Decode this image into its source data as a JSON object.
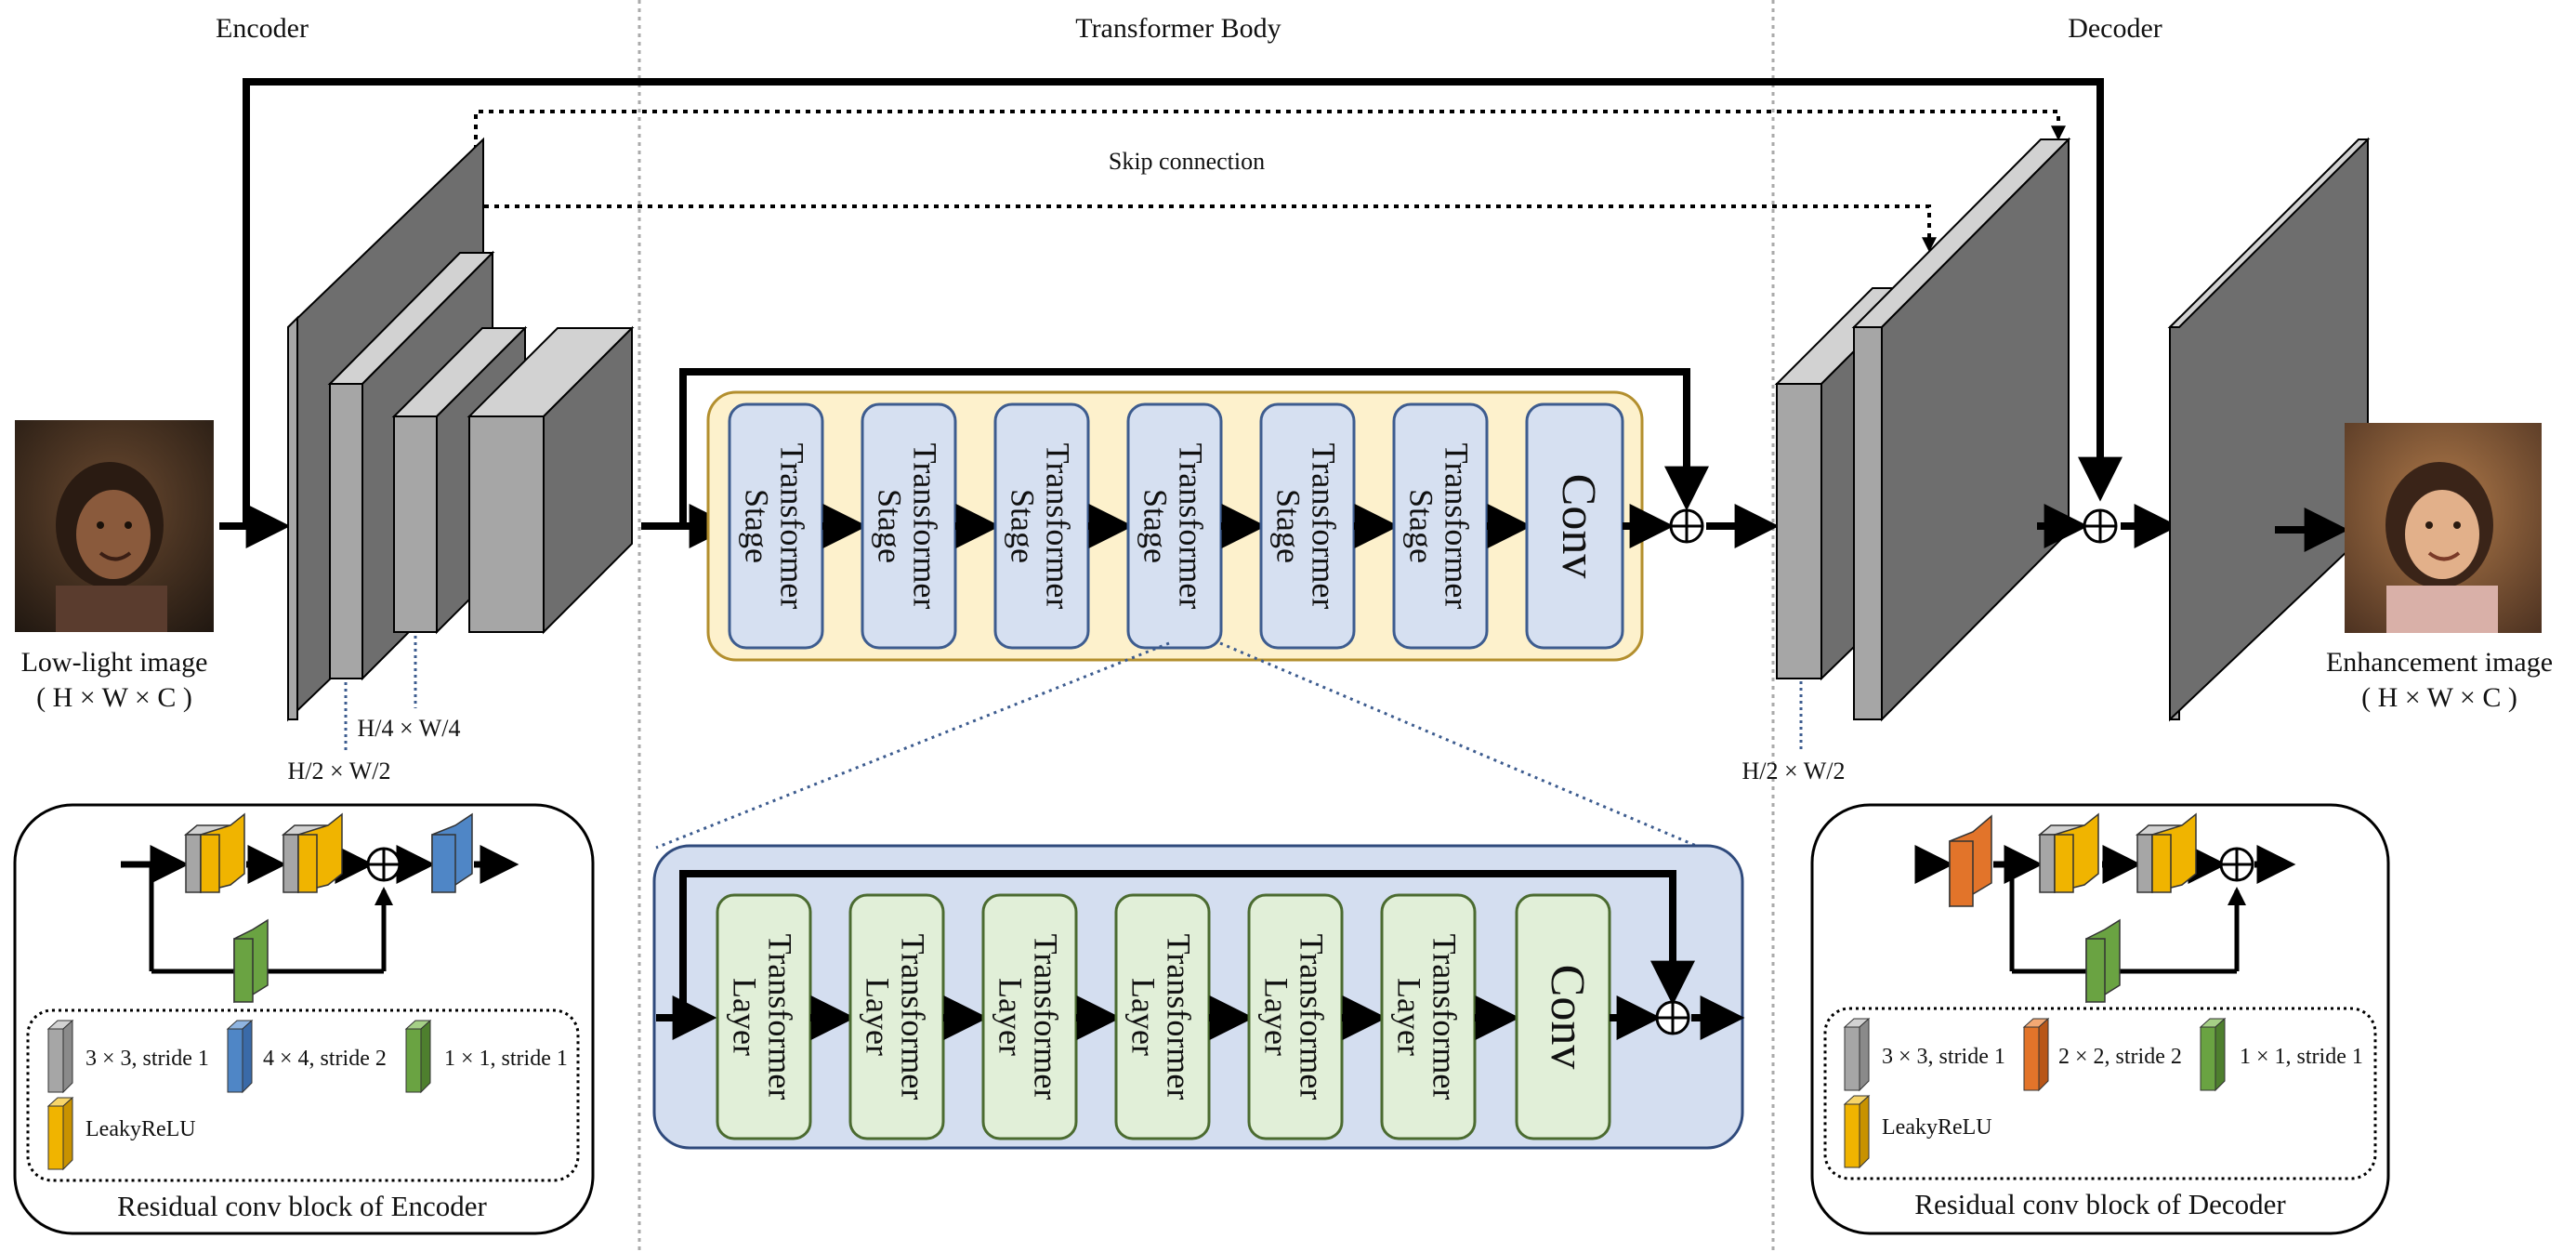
{
  "sections": {
    "encoder": "Encoder",
    "body": "Transformer Body",
    "decoder": "Decoder"
  },
  "skip_label": "Skip connection",
  "input": {
    "title": "Low-light image",
    "dims": "( H × W × C )"
  },
  "output": {
    "title": "Enhancement image",
    "dims": "( H × W × C )"
  },
  "dims": {
    "enc_h4": "H/4 × W/4",
    "enc_h2": "H/2 × W/2",
    "dec_h2": "H/2 × W/2"
  },
  "body_stages": [
    {
      "line1": "Transformer",
      "line2": "Stage"
    },
    {
      "line1": "Transformer",
      "line2": "Stage"
    },
    {
      "line1": "Transformer",
      "line2": "Stage"
    },
    {
      "line1": "Transformer",
      "line2": "Stage"
    },
    {
      "line1": "Transformer",
      "line2": "Stage"
    },
    {
      "line1": "Transformer",
      "line2": "Stage"
    }
  ],
  "body_conv": "Conv",
  "stage_layers": [
    {
      "line1": "Transformer",
      "line2": "Layer"
    },
    {
      "line1": "Transformer",
      "line2": "Layer"
    },
    {
      "line1": "Transformer",
      "line2": "Layer"
    },
    {
      "line1": "Transformer",
      "line2": "Layer"
    },
    {
      "line1": "Transformer",
      "line2": "Layer"
    },
    {
      "line1": "Transformer",
      "line2": "Layer"
    }
  ],
  "stage_conv": "Conv",
  "encoder_block": {
    "caption": "Residual conv block of Encoder",
    "legend": [
      "3 × 3, stride 1",
      "4 × 4, stride 2",
      "1 × 1, stride 1",
      "LeakyReLU"
    ]
  },
  "decoder_block": {
    "caption": "Residual conv block of Decoder",
    "legend": [
      "3 × 3, stride 1",
      "2 × 2, stride 2",
      "1 × 1, stride 1",
      "LeakyReLU"
    ]
  },
  "colors": {
    "gray_face": "#a6a6a6",
    "gray_dark": "#6e6e6e",
    "gray_top": "#d2d2d2",
    "body_bg": "#fdf1cc",
    "body_border": "#b38f2e",
    "stage_fill": "#d6e0f1",
    "stage_border": "#3d5c8f",
    "inner_bg": "#d4def0",
    "inner_border": "#2f4a7c",
    "layer_fill": "#e1efd8",
    "layer_border": "#4b6b30",
    "yellow": "#f0b400",
    "blue": "#4f86c6",
    "green": "#6aa342",
    "orange": "#e2742a"
  },
  "icons": {
    "add": "circle-plus-icon",
    "photo": "portrait-photo-icon"
  }
}
